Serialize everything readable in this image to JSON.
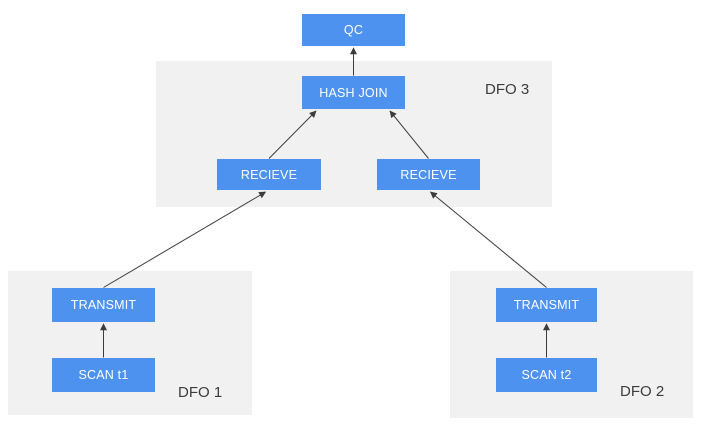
{
  "diagram": {
    "type": "parallel-query-plan-flow",
    "nodes": {
      "qc": {
        "label": "QC",
        "group": null
      },
      "hash_join": {
        "label": "HASH JOIN",
        "group": "dfo3"
      },
      "recieve_left": {
        "label": "RECIEVE",
        "group": "dfo3"
      },
      "recieve_right": {
        "label": "RECIEVE",
        "group": "dfo3"
      },
      "transmit_left": {
        "label": "TRANSMIT",
        "group": "dfo1"
      },
      "scan_t1": {
        "label": "SCAN t1",
        "group": "dfo1"
      },
      "transmit_right": {
        "label": "TRANSMIT",
        "group": "dfo2"
      },
      "scan_t2": {
        "label": "SCAN t2",
        "group": "dfo2"
      }
    },
    "groups": {
      "dfo1": {
        "label": "DFO 1"
      },
      "dfo2": {
        "label": "DFO 2"
      },
      "dfo3": {
        "label": "DFO 3"
      }
    },
    "edges": [
      {
        "from": "hash_join",
        "to": "qc"
      },
      {
        "from": "recieve_left",
        "to": "hash_join"
      },
      {
        "from": "recieve_right",
        "to": "hash_join"
      },
      {
        "from": "transmit_left",
        "to": "recieve_left"
      },
      {
        "from": "transmit_right",
        "to": "recieve_right"
      },
      {
        "from": "scan_t1",
        "to": "transmit_left"
      },
      {
        "from": "scan_t2",
        "to": "transmit_right"
      }
    ],
    "colors": {
      "background": "#ffffff",
      "node_fill": "#4e92f0",
      "node_text": "#ffffff",
      "group_bg": "#f1f1f1",
      "label_text": "#3c3c3c",
      "arrow": "#3c3c3c"
    }
  }
}
